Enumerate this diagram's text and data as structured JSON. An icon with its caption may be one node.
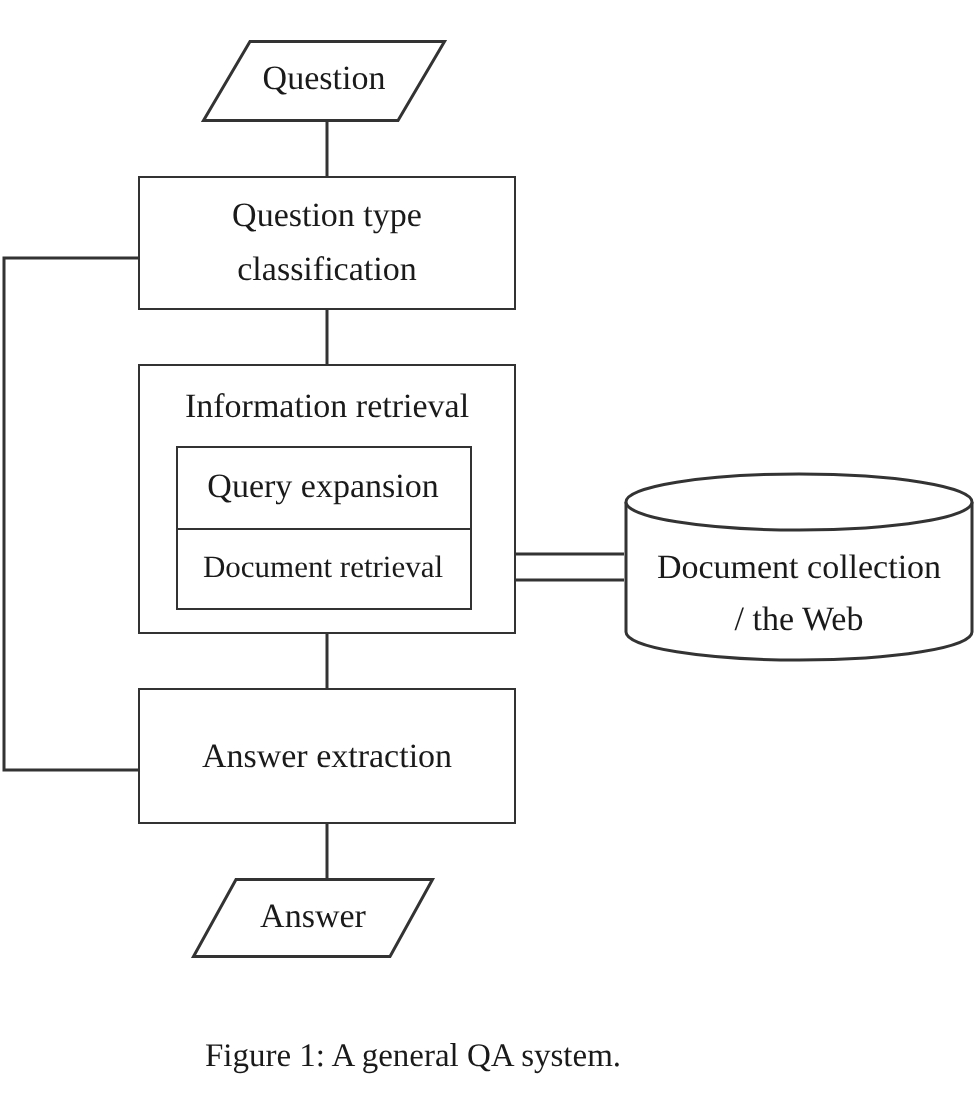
{
  "diagram": {
    "caption": "Figure 1: A general QA system.",
    "nodes": [
      {
        "text": [
          "Question"
        ]
      },
      {
        "text": [
          "Question type classification"
        ]
      },
      {
        "text": [
          "Information retrieval"
        ]
      },
      {
        "text": [
          "Query expansion"
        ],
        "in": 2
      },
      {
        "text": [
          "Document retrieval"
        ],
        "in": 2
      },
      {
        "text": [
          "Document collection / the Web"
        ]
      },
      {
        "text": [
          "Answer extraction"
        ]
      },
      {
        "text": [
          "Answer"
        ]
      }
    ],
    "edges": [
      {
        "from": 0,
        "to": 1,
        "arrow": "none"
      },
      {
        "from": 1,
        "to": 2,
        "arrow": "none"
      },
      {
        "from": 2,
        "to": 5,
        "arrow": "none"
      },
      {
        "from": 2,
        "to": 5,
        "arrow": "none"
      },
      {
        "from": 2,
        "to": 6,
        "arrow": "none"
      },
      {
        "from": 1,
        "to": 6,
        "arrow": "none"
      },
      {
        "from": 6,
        "to": 7,
        "arrow": "none"
      }
    ]
  }
}
